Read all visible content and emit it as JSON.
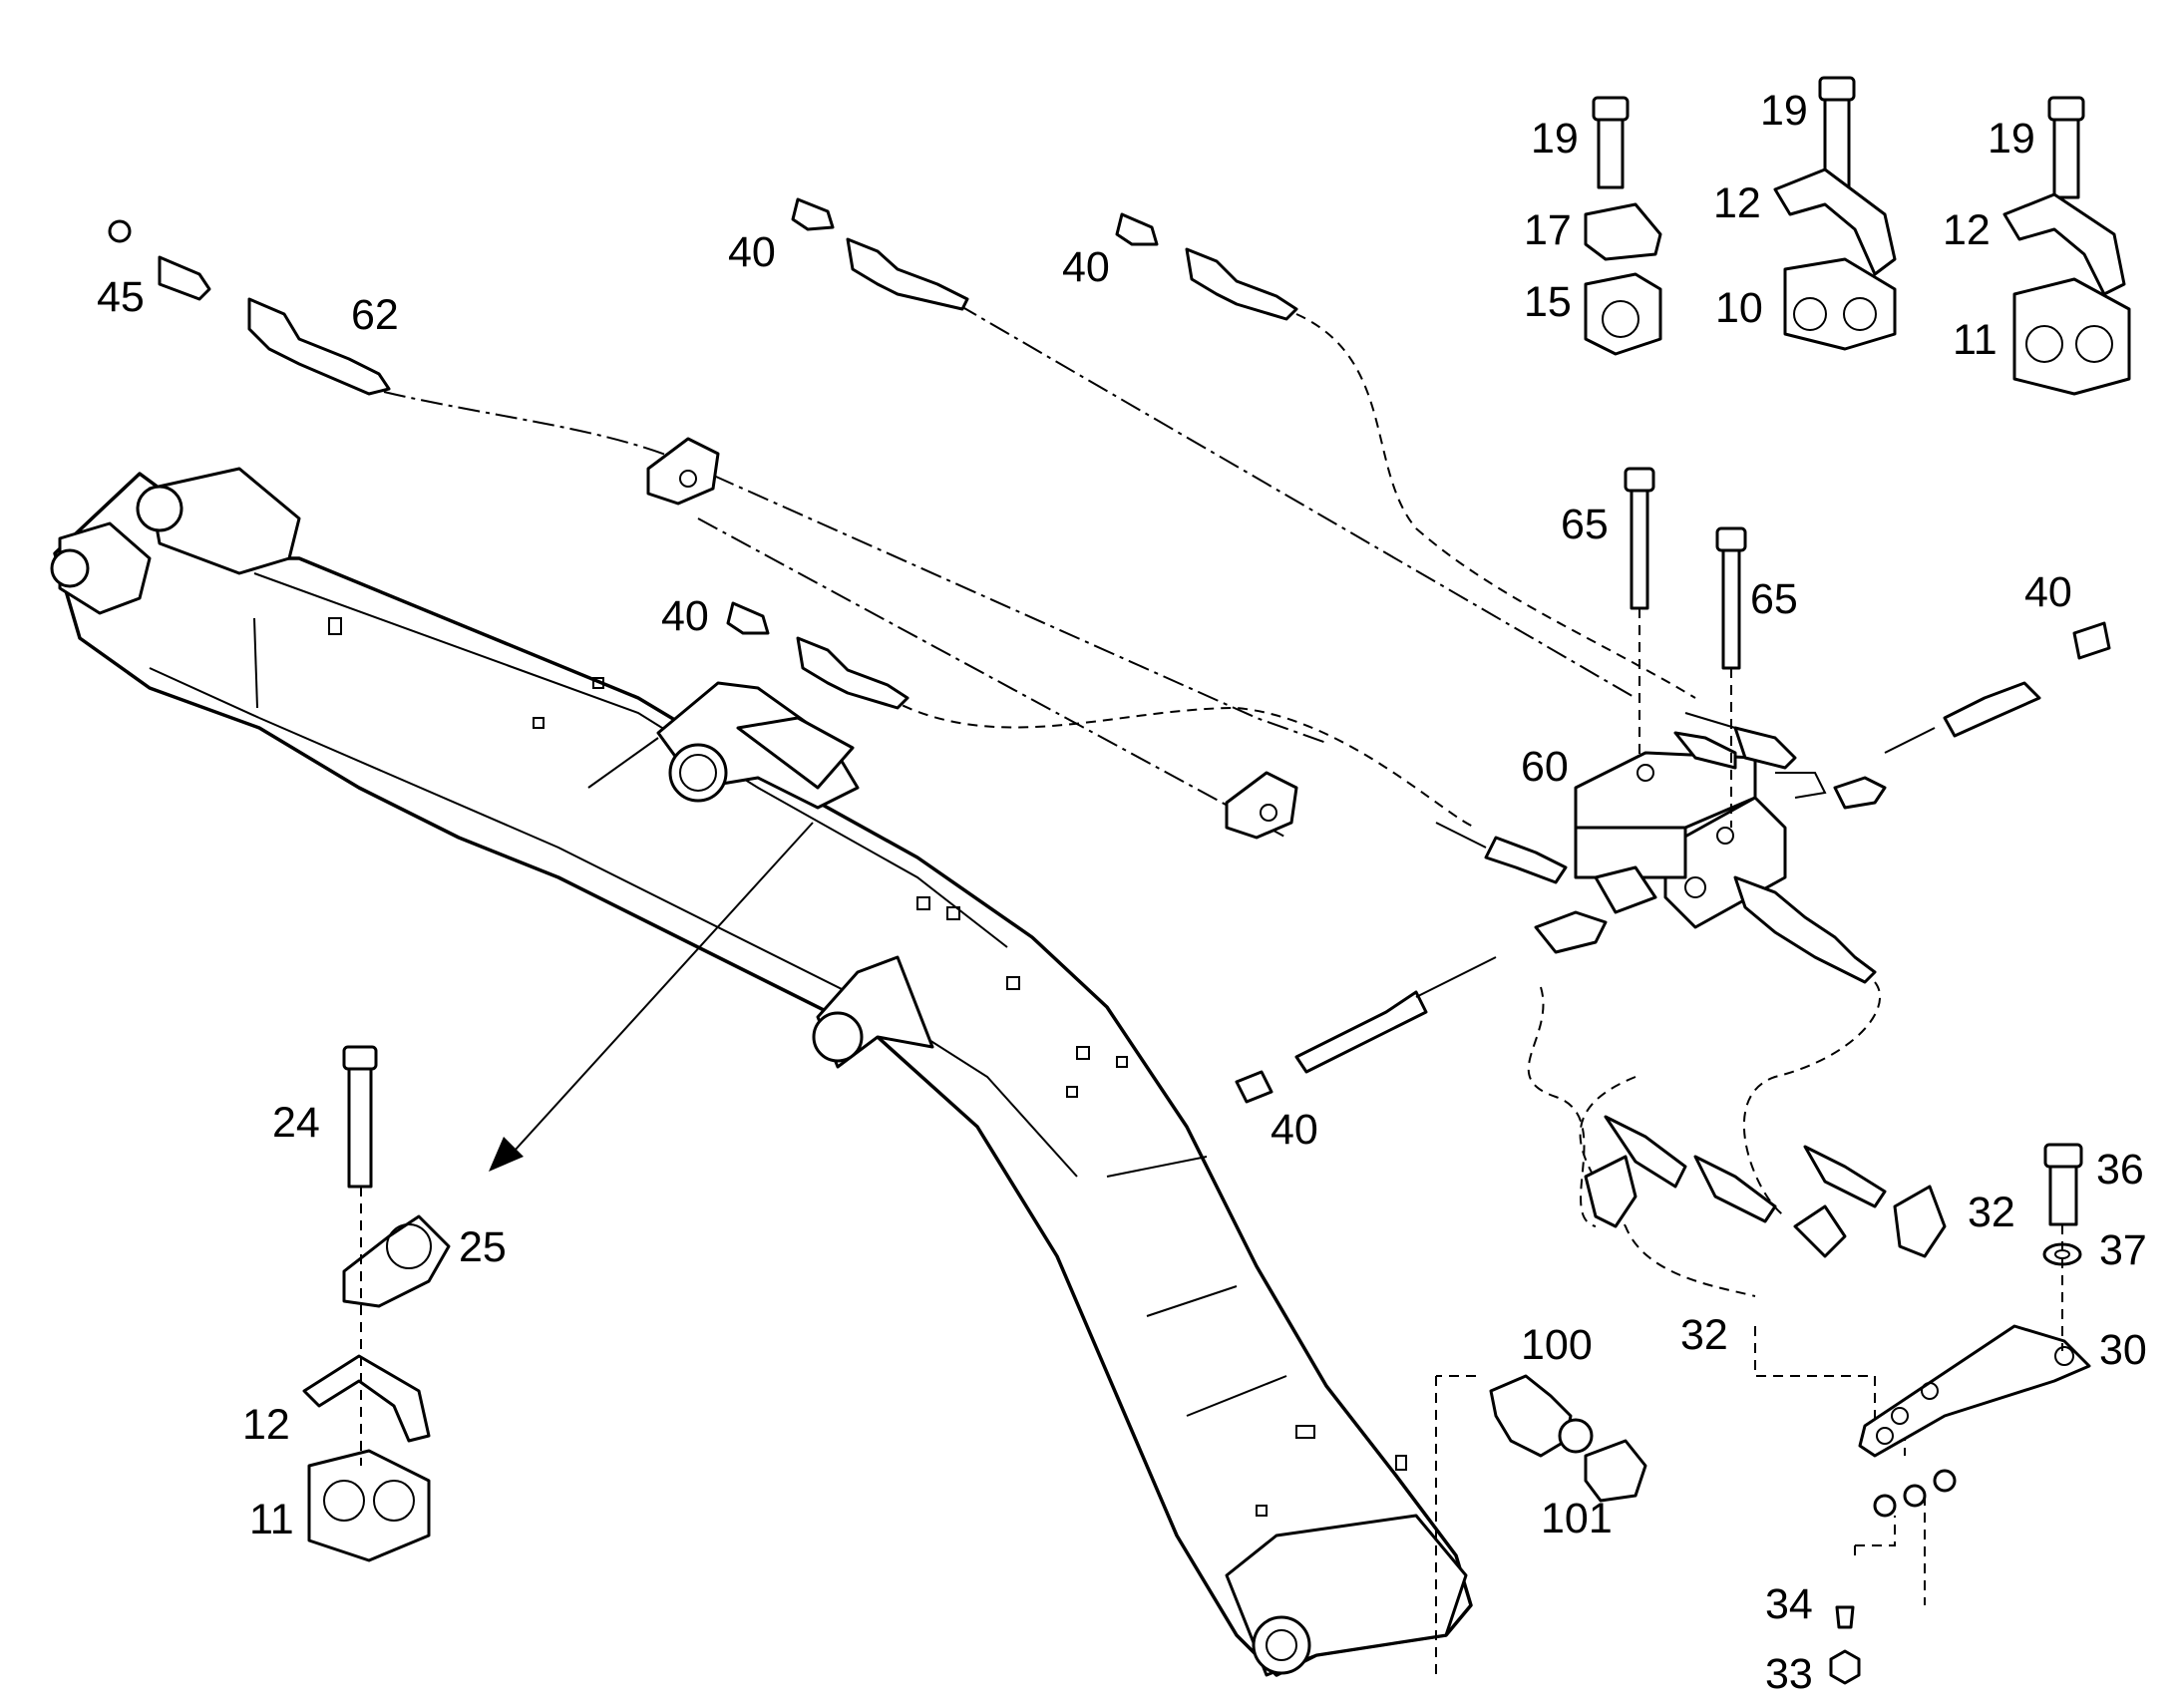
{
  "diagram": {
    "callouts": {
      "c45": "45",
      "c62": "62",
      "c40a": "40",
      "c40b": "40",
      "c40c": "40",
      "c40d": "40",
      "c40e": "40",
      "c19a": "19",
      "c17": "17",
      "c15": "15",
      "c19b": "19",
      "c12a": "12",
      "c10": "10",
      "c19c": "19",
      "c12b": "12",
      "c11a": "11",
      "c65a": "65",
      "c65b": "65",
      "c60": "60",
      "c24": "24",
      "c25": "25",
      "c12c": "12",
      "c11b": "11",
      "c100": "100",
      "c101": "101",
      "c36": "36",
      "c37": "37",
      "c32a": "32",
      "c32b": "32",
      "c30": "30",
      "c34": "34",
      "c33": "33"
    }
  }
}
